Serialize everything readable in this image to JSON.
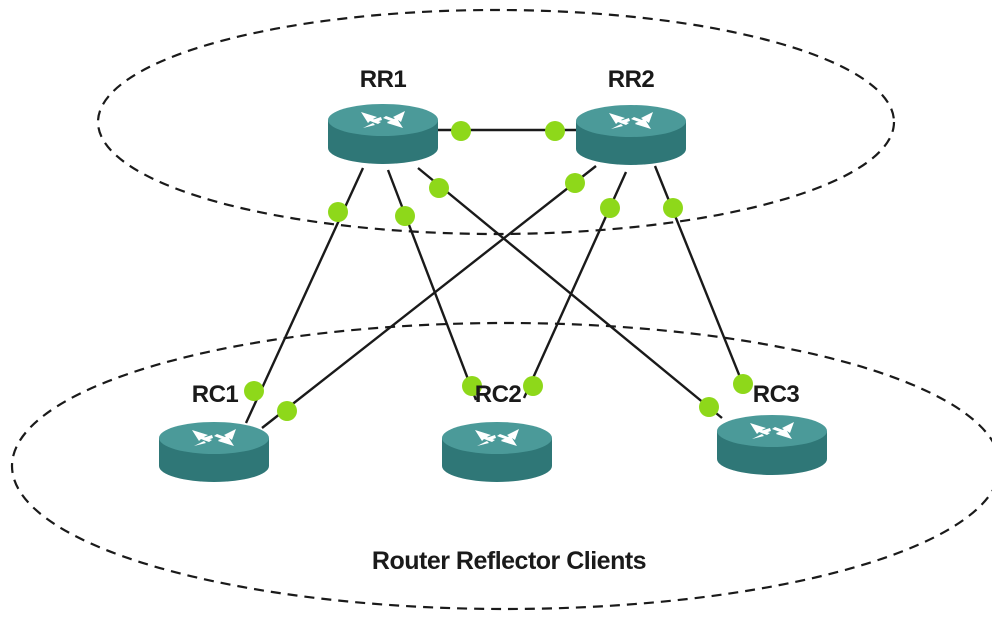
{
  "colors": {
    "router_top": "#4b9a99",
    "router_side": "#2f7777",
    "router_arrows": "#ffffff",
    "port": "#8ed81a",
    "line": "#1a1a1a"
  },
  "groups": {
    "reflectors_label": "",
    "clients_label": "Router Reflector Clients"
  },
  "routers": {
    "rr1": {
      "label": "RR1",
      "icon": "router-icon"
    },
    "rr2": {
      "label": "RR2",
      "icon": "router-icon"
    },
    "rc1": {
      "label": "RC1",
      "icon": "router-icon"
    },
    "rc2": {
      "label": "RC2",
      "icon": "router-icon"
    },
    "rc3": {
      "label": "RC3",
      "icon": "router-icon"
    }
  },
  "links": [
    {
      "from": "RR1",
      "to": "RR2"
    },
    {
      "from": "RR1",
      "to": "RC1"
    },
    {
      "from": "RR1",
      "to": "RC2"
    },
    {
      "from": "RR1",
      "to": "RC3"
    },
    {
      "from": "RR2",
      "to": "RC1"
    },
    {
      "from": "RR2",
      "to": "RC2"
    },
    {
      "from": "RR2",
      "to": "RC3"
    }
  ]
}
